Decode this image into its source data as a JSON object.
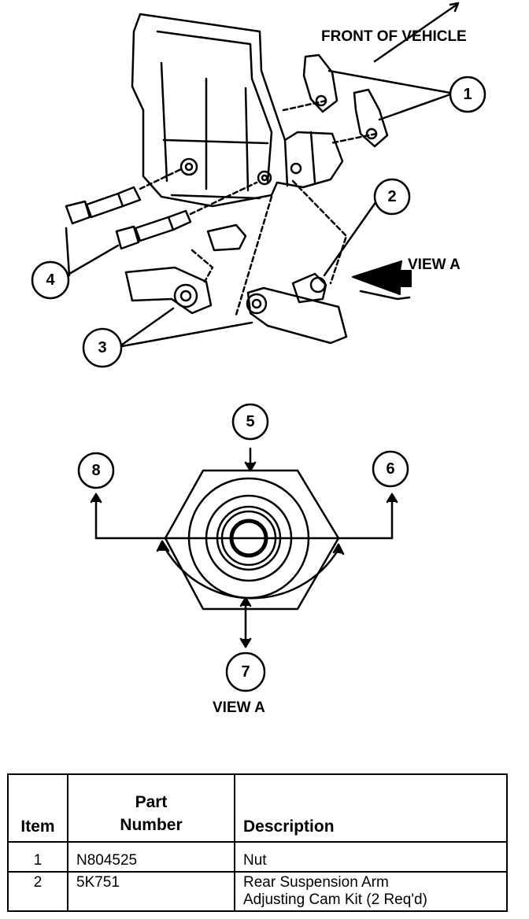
{
  "labels": {
    "front_of_vehicle": "FRONT OF VEHICLE",
    "view_a_top": "VIEW A",
    "view_a_bottom": "VIEW A"
  },
  "callouts": [
    "1",
    "2",
    "3",
    "4",
    "5",
    "6",
    "7",
    "8"
  ],
  "table": {
    "headers": {
      "item": "Item",
      "part_number_line1": "Part",
      "part_number_line2": "Number",
      "description": "Description"
    },
    "rows": [
      {
        "item": "1",
        "part_number": "N804525",
        "description_line1": "Nut",
        "description_line2": ""
      },
      {
        "item": "2",
        "part_number": "5K751",
        "description_line1": "Rear Suspension Arm",
        "description_line2": "Adjusting Cam Kit (2 Req'd)"
      }
    ]
  }
}
